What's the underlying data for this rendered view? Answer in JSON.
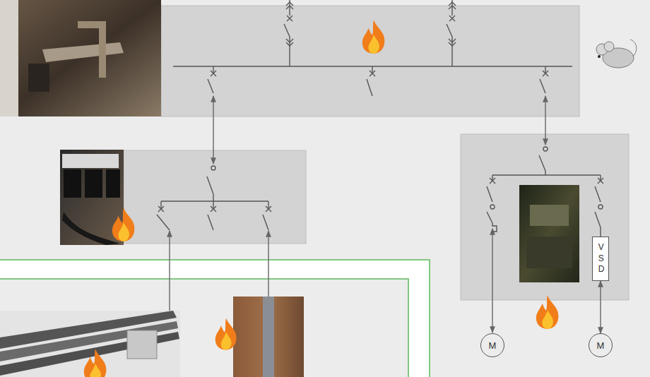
{
  "diagram": {
    "nodes": [
      {
        "text": [
          "V S D"
        ]
      },
      {
        "text": [
          "M"
        ]
      },
      {
        "text": [
          "M"
        ]
      }
    ],
    "edges": [
      {
        "from": 0,
        "to": 2,
        "arrow": "both"
      }
    ]
  }
}
